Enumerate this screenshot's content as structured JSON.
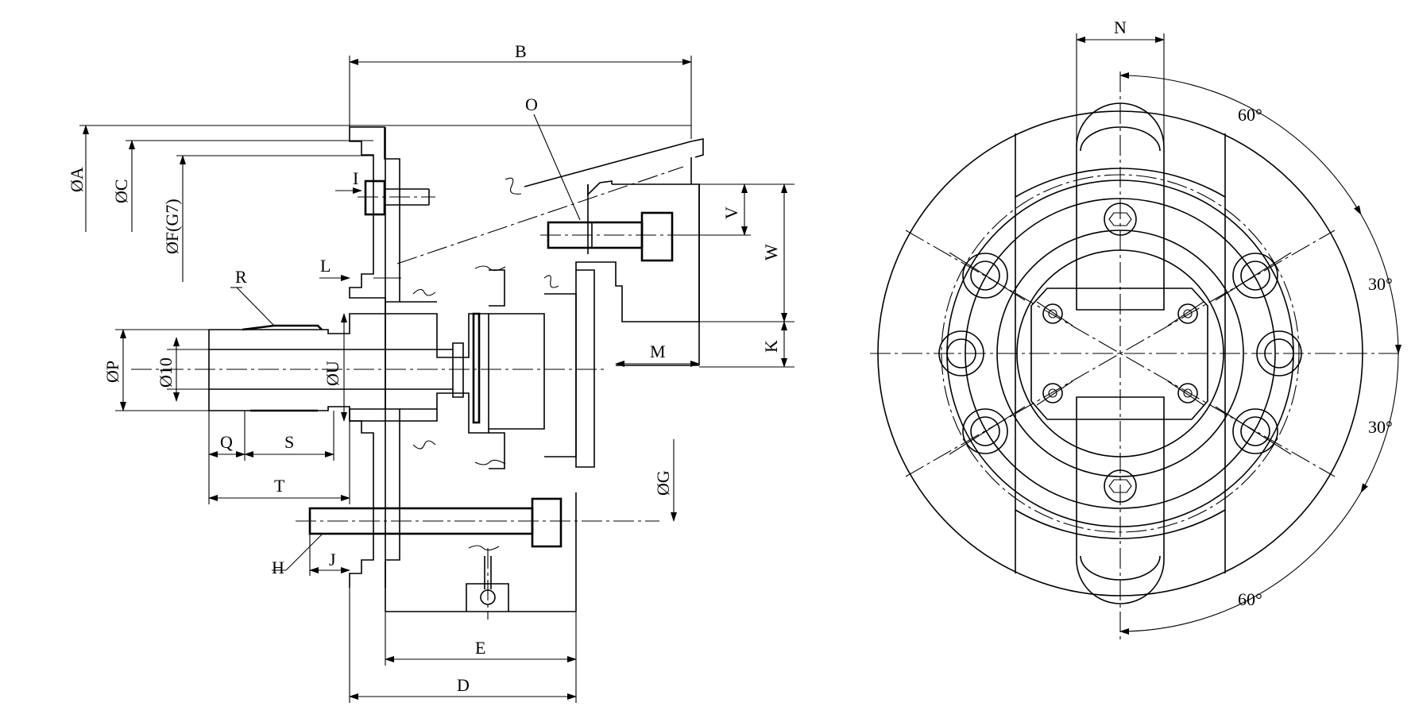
{
  "side_view": {
    "labels": {
      "B": "B",
      "O": "O",
      "A": "ØA",
      "C": "ØC",
      "F": "ØF(G7)",
      "I": "I",
      "L": "L",
      "V": "V",
      "W": "W",
      "R": "R",
      "P": "ØP",
      "d10": "Ø10",
      "U": "ØU",
      "M": "M",
      "K": "K",
      "Q": "Q",
      "S": "S",
      "T": "T",
      "G": "ØG",
      "H": "H",
      "J": "J",
      "E": "E",
      "D": "D"
    }
  },
  "front_view": {
    "labels": {
      "N": "N",
      "a60_top": "60°",
      "a30_upper": "30°",
      "a30_lower": "30°",
      "a60_bottom": "60°"
    }
  },
  "colors": {
    "line": "#000000",
    "background": "#ffffff"
  }
}
